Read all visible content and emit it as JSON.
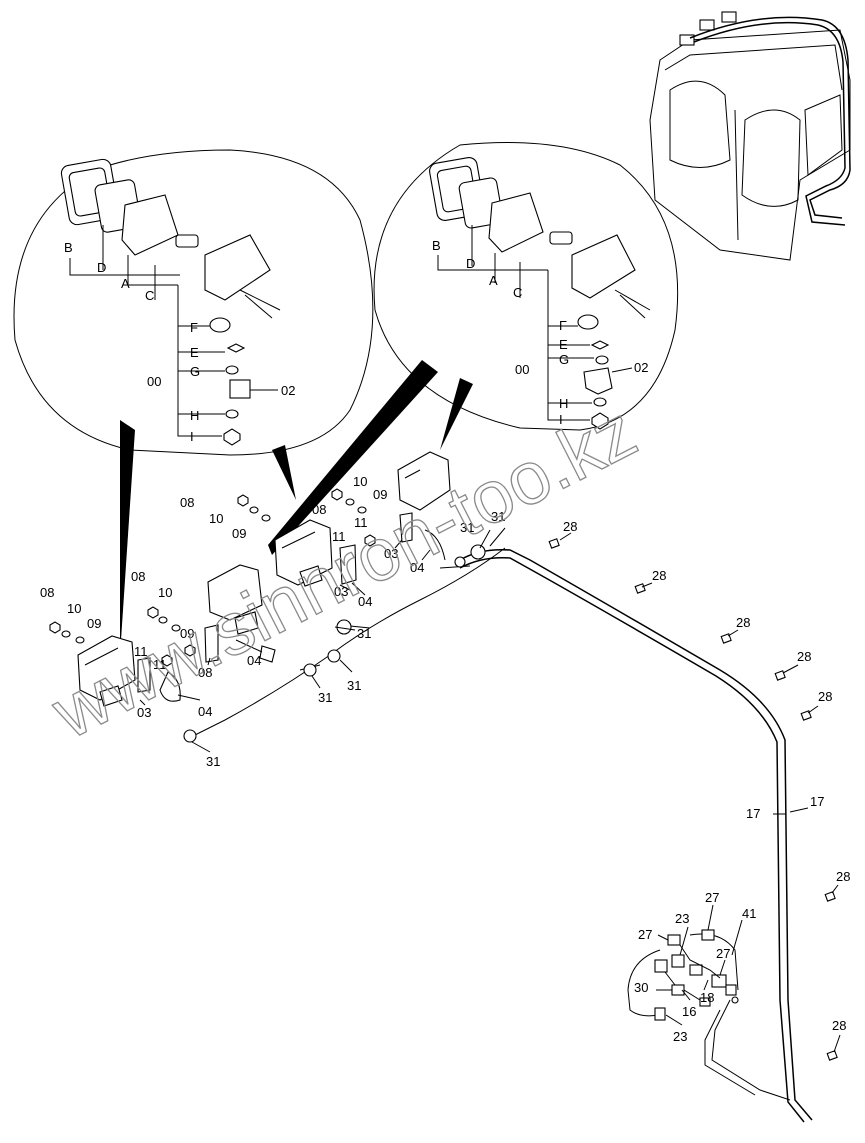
{
  "callouts": {
    "left_group": [
      "08",
      "10",
      "09",
      "08",
      "10",
      "09",
      "11",
      "11",
      "08",
      "03",
      "04",
      "04"
    ],
    "left_lamp_a": {
      "c08a": "08",
      "c10a": "10",
      "c09a": "09",
      "c03a": "03",
      "c04a": "04"
    },
    "mid": {
      "c08b": "08",
      "c10b": "10",
      "c09b": "09",
      "c11b": "11",
      "c08c": "08",
      "c04b": "04"
    },
    "top": {
      "c08d": "08",
      "c10d": "10",
      "c09d": "09",
      "c08e": "08",
      "c10e": "10",
      "c09e": "09",
      "c11e": "11",
      "c03e": "03",
      "c04e": "04",
      "c03f": "03",
      "c04f": "04"
    },
    "clips": {
      "c31a": "31",
      "c31b": "31",
      "c31c": "31",
      "c31d": "31",
      "c31e": "31",
      "c31f": "31"
    },
    "grommets": {
      "c28a": "28",
      "c28b": "28",
      "c28c": "28",
      "c28d": "28",
      "c28e": "28",
      "c28f": "28",
      "c28g": "28"
    },
    "harness": {
      "c17a": "17",
      "c17b": "17"
    },
    "connectors": {
      "c27a": "27",
      "c27b": "27",
      "c27c": "27",
      "c23a": "23",
      "c23b": "23",
      "c41": "41",
      "c30": "30",
      "c16": "16",
      "c18": "18"
    }
  },
  "detail_left": {
    "B": "B",
    "D": "D",
    "A": "A",
    "C": "C",
    "F": "F",
    "E": "E",
    "G": "G",
    "H": "H",
    "I": "I",
    "assy": "00",
    "bracket": "02"
  },
  "detail_right": {
    "B": "B",
    "D": "D",
    "A": "A",
    "C": "C",
    "F": "F",
    "E": "E",
    "G": "G",
    "H": "H",
    "I": "I",
    "assy": "00",
    "bracket": "02"
  },
  "watermark": "www.sinnron-too.kz"
}
